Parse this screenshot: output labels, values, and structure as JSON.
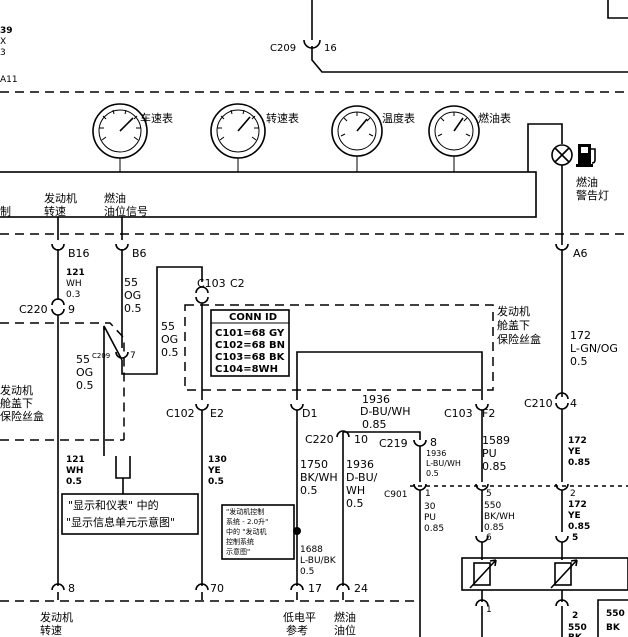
{
  "top": {
    "frag_left": [
      "39",
      "X",
      "3"
    ],
    "a11": "A11",
    "c209_top": "C209",
    "c209_top_pin": "16"
  },
  "gauges": [
    "车速表",
    "转速表",
    "温度表",
    "燃油表"
  ],
  "cluster_labels": {
    "left_edge": "制",
    "engine_speed": [
      "发动机",
      "转速"
    ],
    "fuel_level": [
      "燃油",
      "油位信号"
    ],
    "fuel_warning": [
      "燃油",
      "警告灯"
    ]
  },
  "pins": {
    "b16": "B16",
    "b6": "B6",
    "a6": "A6",
    "c220": "C220",
    "c220_pin": "9",
    "c103": "C103",
    "c2": "C2",
    "c209": "C209",
    "c209_pin": "7",
    "c102": "C102",
    "e2": "E2",
    "d1": "D1",
    "c103b": "C103",
    "f2": "F2",
    "c210": "C210",
    "c210_pin": "4",
    "c220b": "C220",
    "c220b_pin": "10",
    "c219": "C219",
    "c219_pin": "8",
    "c901": "C901",
    "c901_pin1": "1",
    "c901_pin5": "5",
    "c901_pin2": "2",
    "pin6": "6",
    "pin5b": "5",
    "bottom_8": "8",
    "bottom_70": "70",
    "bottom_17": "17",
    "bottom_24": "24",
    "bottom_1": "1",
    "bottom_2": "2"
  },
  "wires": {
    "w121_wh_03": [
      "121",
      "WH",
      "0.3"
    ],
    "w55_og_05_a": [
      "55",
      "OG",
      "0.5"
    ],
    "w55_og_05_b": [
      "55",
      "OG",
      "0.5"
    ],
    "w55_og_05_c": [
      "55",
      "OG",
      "0.5"
    ],
    "w121_wh_05": [
      "121",
      "WH",
      "0.5"
    ],
    "w130_ye_05": [
      "130",
      "YE",
      "0.5"
    ],
    "w1750": [
      "1750",
      "BK/WH",
      "0.5"
    ],
    "w1936_a": [
      "1936",
      "D-BU/",
      "WH",
      "0.5"
    ],
    "w1936_top": [
      "1936",
      "D-BU/WH",
      "0.85"
    ],
    "w1936_c219": [
      "1936",
      "L-BU/WH",
      "0.5"
    ],
    "w1589": [
      "1589",
      "PU",
      "0.85"
    ],
    "w172_a": [
      "172",
      "L-GN/OG",
      "0.5"
    ],
    "w172_b": [
      "172",
      "YE",
      "0.85"
    ],
    "w172_c": [
      "172",
      "YE",
      "0.85"
    ],
    "w30_pu": [
      "30",
      "PU",
      "0.85"
    ],
    "w550": [
      "550",
      "BK/WH",
      "0.85"
    ],
    "w1688": [
      "1688",
      "L-BU/BK",
      "0.5"
    ],
    "w550_bottom": [
      "550",
      "BK"
    ],
    "w550_right": [
      "550",
      "BK"
    ]
  },
  "conn_id": {
    "title": "CONN ID",
    "rows": [
      "C101=68 GY",
      "C102=68 BN",
      "C103=68 BK",
      "C104=8WH"
    ]
  },
  "fuse_box_right": [
    "发动机",
    "舱盖下",
    "保险丝盒"
  ],
  "fuse_box_left": [
    "发动机",
    "舱盖下",
    "保险丝盒"
  ],
  "ref_display": [
    "\"显示和仪表\" 中的",
    "\"显示信息单元示意图\""
  ],
  "ref_engine": [
    "\"发动机控制",
    "系统 - 2.0升\"",
    "中的 \"发动机",
    "控制系统",
    "示意图\""
  ],
  "bottom_labels": {
    "engine_speed": [
      "发动机",
      "转速"
    ],
    "low_ref": [
      "低电平",
      "参考"
    ],
    "fuel_level": [
      "燃油",
      "油位"
    ]
  }
}
